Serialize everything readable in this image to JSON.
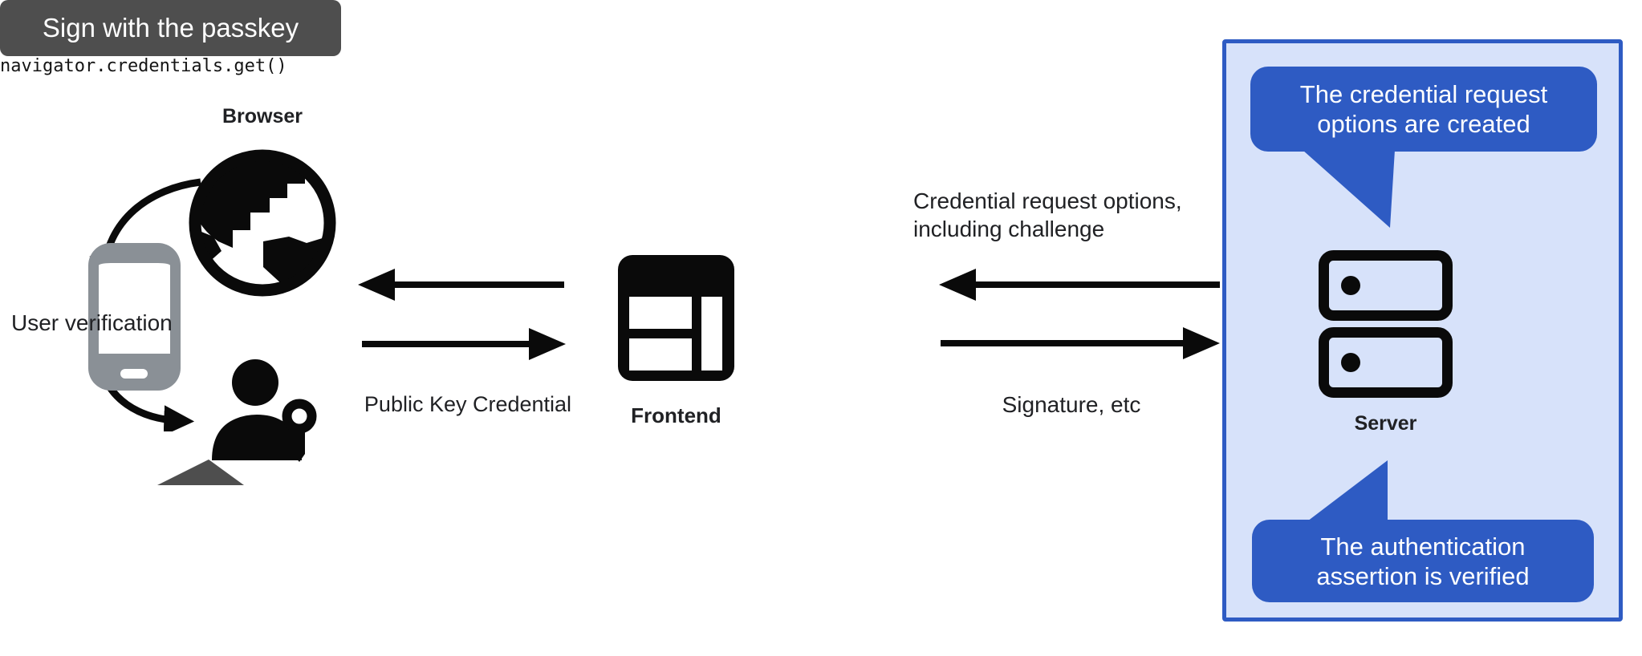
{
  "colors": {
    "ink": "#0a0a0a",
    "text": "#202124",
    "blue": "#2e5bc3",
    "panel_bg": "#d7e2fa",
    "tooltip_gray": "#4e4e4e",
    "phone_gray": "#8a9096"
  },
  "nodes": {
    "browser": {
      "label": "Browser"
    },
    "phone": {
      "label": "User verification"
    },
    "passkey_tooltip": {
      "text": "Sign with the passkey"
    },
    "frontend": {
      "label": "Frontend"
    },
    "server": {
      "label": "Server"
    }
  },
  "messages": {
    "navigator_call": "navigator.credentials.get()",
    "public_key_credential": "Public Key Credential",
    "credential_request_line1": "Credential request options,",
    "credential_request_line2": "including challenge",
    "signature": "Signature, etc"
  },
  "callouts": {
    "request_created": {
      "line1": "The credential request",
      "line2": "options are created"
    },
    "assertion_verified": {
      "line1": "The authentication",
      "line2": "assertion is verified"
    }
  }
}
